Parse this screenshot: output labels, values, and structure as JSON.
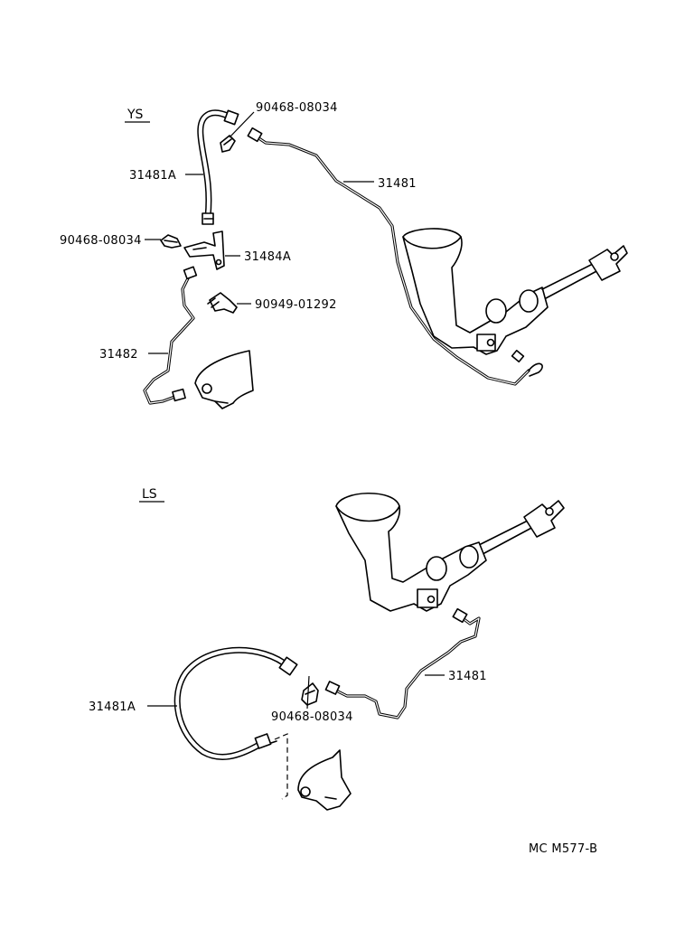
{
  "sections": {
    "ys": {
      "label": "YS"
    },
    "ls": {
      "label": "LS"
    }
  },
  "parts": {
    "ys_clip_top": "90468-08034",
    "ys_hose": "31481A",
    "ys_tube_main": "31481",
    "ys_clip_left": "90468-08034",
    "ys_bracket": "31484A",
    "ys_bolt": "90949-01292",
    "ys_tube_lower": "31482",
    "ls_tube": "31481",
    "ls_hose": "31481A",
    "ls_clip": "90468-08034"
  },
  "figure_code": "MC M577-B"
}
